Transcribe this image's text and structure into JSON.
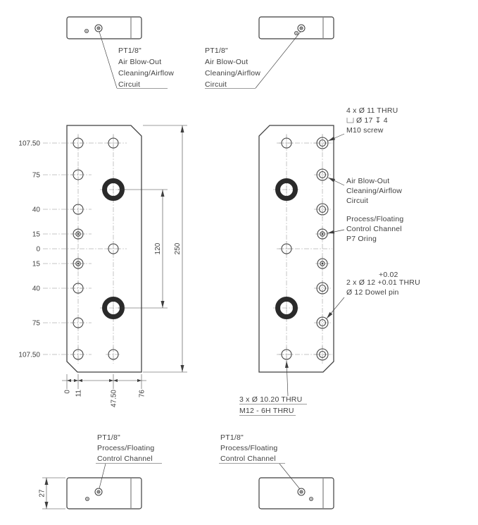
{
  "colors": {
    "ink": "#3f3f3f",
    "background": "#ffffff"
  },
  "notes": {
    "top_left_port": {
      "line1": "PT1/8\"",
      "line2": "Air Blow-Out",
      "line3": "Cleaning/Airflow",
      "line4": "Circuit"
    },
    "top_right_port": {
      "line1": "PT1/8\"",
      "line2": "Air Blow-Out",
      "line3": "Cleaning/Airflow",
      "line4": "Circuit"
    },
    "counterbore": {
      "line1": "4 x Ø 11 THRU",
      "line2": "Ø 17 ↧ 4",
      "line3": "M10 screw"
    },
    "air_blowout": {
      "line1": "Air Blow-Out",
      "line2": "Cleaning/Airflow",
      "line3": "Circuit"
    },
    "oring": {
      "line1": "Process/Floating",
      "line2": "Control Channel",
      "line3": "P7 Oring"
    },
    "dowel": {
      "tolerance_upper": "+0.02",
      "line1": "2 x Ø 12 +0.01 THRU",
      "line2": "Ø 12 Dowel pin"
    },
    "tapped": {
      "line1": "3 x Ø 10.20 THRU",
      "line2": "M12 - 6H THRU"
    },
    "bottom_left_port": {
      "line1": "PT1/8\"",
      "line2": "Process/Floating",
      "line3": "Control Channel"
    },
    "bottom_right_port": {
      "line1": "PT1/8\"",
      "line2": "Process/Floating",
      "line3": "Control Channel"
    }
  },
  "dimensions": {
    "left_ordinates": [
      "107.50",
      "75",
      "40",
      "15",
      "0",
      "15",
      "40",
      "75",
      "107.50"
    ],
    "plate_height": "250",
    "large_hole_span": "120",
    "bottom_ordinates": [
      "0",
      "11",
      "47.50",
      "76"
    ],
    "plate_thickness": "27"
  }
}
